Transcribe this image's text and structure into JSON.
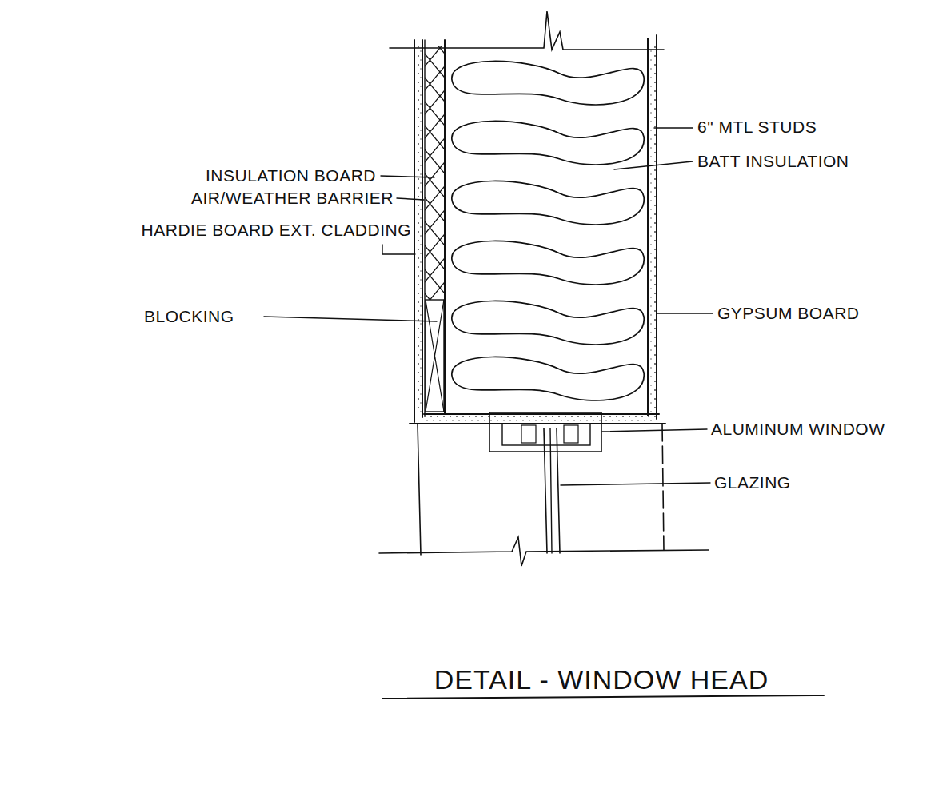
{
  "diagram": {
    "title": "DETAIL - WINDOW HEAD",
    "labels": [
      "6\" MTL STUDS",
      "BATT INSULATION",
      "INSULATION BOARD",
      "AIR/WEATHER BARRIER",
      "HARDIE BOARD EXT. CLADDING",
      "BLOCKING",
      "GYPSUM BOARD",
      "ALUMINUM WINDOW",
      "GLAZING"
    ]
  }
}
